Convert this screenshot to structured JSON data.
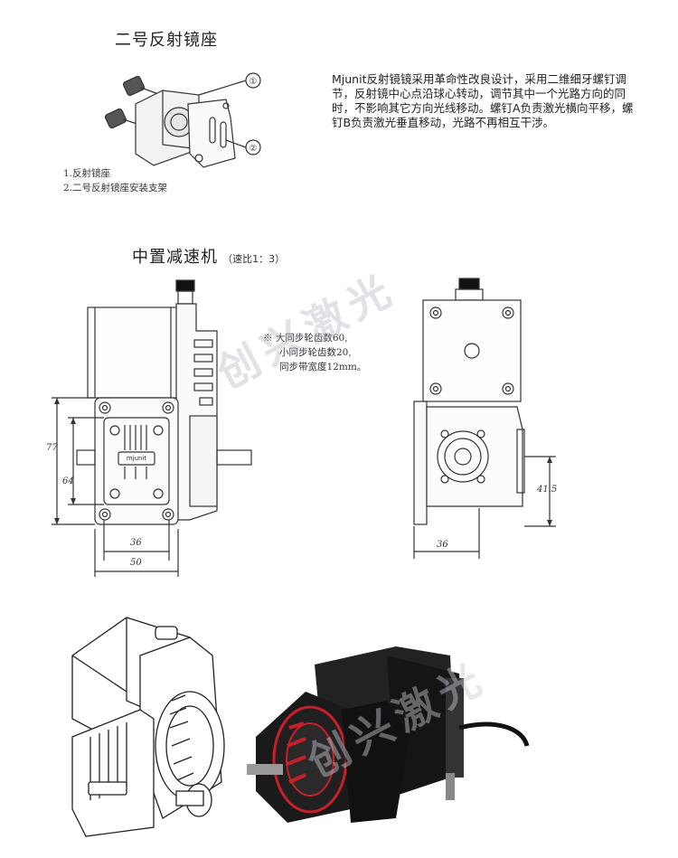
{
  "section1": {
    "title": "二号反射镜座",
    "callouts": [
      "①",
      "②"
    ],
    "legend": [
      "1.反射镜座",
      "2.二号反射镜座安装支架"
    ],
    "description": "Mjunit反射镜镜采用革命性改良设计，采用二维细牙螺钉调节，反射镜中心点沿球心转动，调节其中一个光路方向的同时，不影响其它方向光线移动。螺钉A负责激光横向平移，螺钉B负责激光垂直移动，光路不再相互干涉。"
  },
  "section2": {
    "title": "中置减速机",
    "ratio": "（速比1：3）",
    "notes": [
      "※ 大同步轮齿数60,",
      "小同步轮齿数20,",
      "同步带宽度12mm。"
    ],
    "dims_left": {
      "d77": "77",
      "d64": "64",
      "d36": "36",
      "d50": "50"
    },
    "dims_right": {
      "d41": "41.5",
      "d36": "36"
    },
    "brand": "mjunit"
  },
  "watermark": "创兴激光",
  "colors": {
    "line": "#333333",
    "accent_red": "#c8202a",
    "metal": "#1c1c1c"
  }
}
